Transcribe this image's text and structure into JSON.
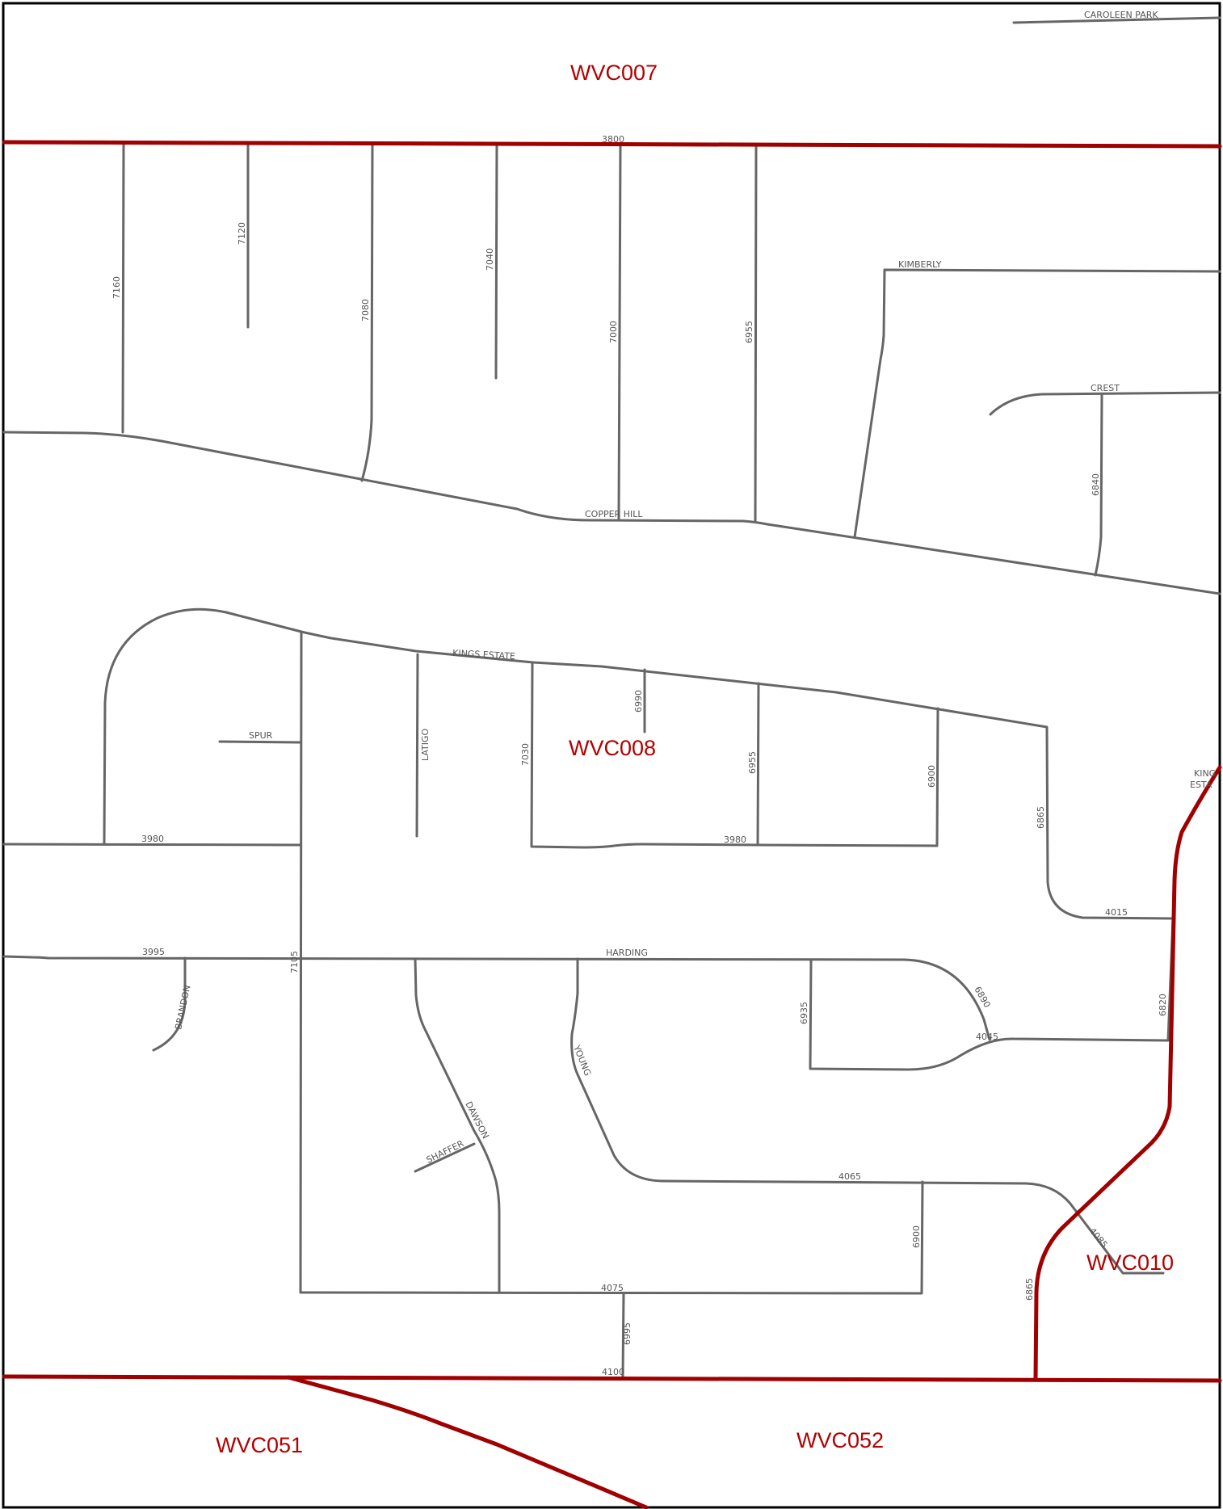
{
  "districts": {
    "wvc007": "WVC007",
    "wvc008": "WVC008",
    "wvc010": "WVC010",
    "wvc051": "WVC051",
    "wvc052": "WVC052"
  },
  "streets": {
    "caroleen_park": "CAROLEEN PARK",
    "s3800": "3800",
    "s7160": "7160",
    "s7120": "7120",
    "s7080": "7080",
    "s7040": "7040",
    "s7000": "7000",
    "s6955_top": "6955",
    "kimberly": "KIMBERLY",
    "crest": "CREST",
    "s6840": "6840",
    "copper_hill": "COPPER HILL",
    "kings_estate": "KINGS ESTATE",
    "kings_estate_edge_1": "KING",
    "kings_estate_edge_2": "ESTA",
    "s6990": "6990",
    "spur": "SPUR",
    "latigo": "LATIGO",
    "s7030": "7030",
    "s6955_mid": "6955",
    "s6900_mid": "6900",
    "s6865_mid": "6865",
    "s3980_left": "3980",
    "s3980_mid": "3980",
    "s4015": "4015",
    "s3995": "3995",
    "harding": "HARDING",
    "s7105": "7105",
    "brandon": "BRANDON",
    "s6935": "6935",
    "s6890": "6890",
    "s4045": "4045",
    "s6820": "6820",
    "young": "YOUNG",
    "dawson": "DAWSON",
    "shaffer": "SHAFFER",
    "s4065": "4065",
    "s4085": "4085",
    "s6900_low": "6900",
    "s6865_low": "6865",
    "s4075": "4075",
    "s6995": "6995",
    "s4100": "4100"
  },
  "colors": {
    "road": "#666666",
    "boundary": "#a00000",
    "district_label": "#b30000",
    "street_label": "#555555"
  }
}
